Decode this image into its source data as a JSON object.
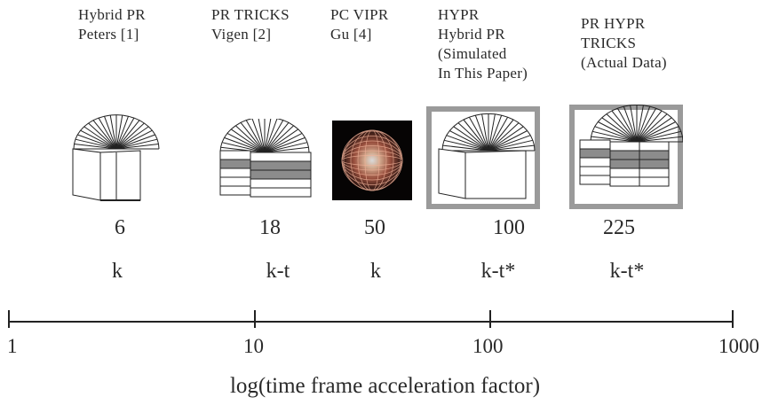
{
  "methods": [
    {
      "title_lines": [
        "Hybrid PR",
        "Peters [1]"
      ],
      "factor": "6",
      "kind": "k",
      "icon": "radial-projection-with-stacked-slabs-icon",
      "highlighted": false
    },
    {
      "title_lines": [
        "PR TRICKS",
        "Vigen [2]"
      ],
      "factor": "18",
      "kind": "k-t",
      "icon": "radial-projection-with-striped-slabs-icon",
      "highlighted": false
    },
    {
      "title_lines": [
        "PC VIPR",
        "Gu [4]"
      ],
      "factor": "50",
      "kind": "k",
      "icon": "3d-radial-sphere-icon",
      "highlighted": false
    },
    {
      "title_lines": [
        "HYPR",
        "Hybrid PR",
        "(Simulated",
        "In This Paper)"
      ],
      "factor": "100",
      "kind": "k-t*",
      "icon": "radial-projection-with-stacked-slabs-icon",
      "highlighted": true
    },
    {
      "title_lines": [
        "PR HYPR",
        "TRICKS",
        "(Actual Data)"
      ],
      "factor": "225",
      "kind": "k-t*",
      "icon": "radial-projection-with-striped-slabs-icon",
      "highlighted": true
    }
  ],
  "axis": {
    "ticks": [
      "1",
      "10",
      "100",
      "1000"
    ],
    "title": "log(time frame acceleration factor)",
    "scale": "log"
  },
  "colors": {
    "highlight_box": "#9a9a9a",
    "stripe": "#8c8c8c",
    "text": "#2a2a2a"
  }
}
